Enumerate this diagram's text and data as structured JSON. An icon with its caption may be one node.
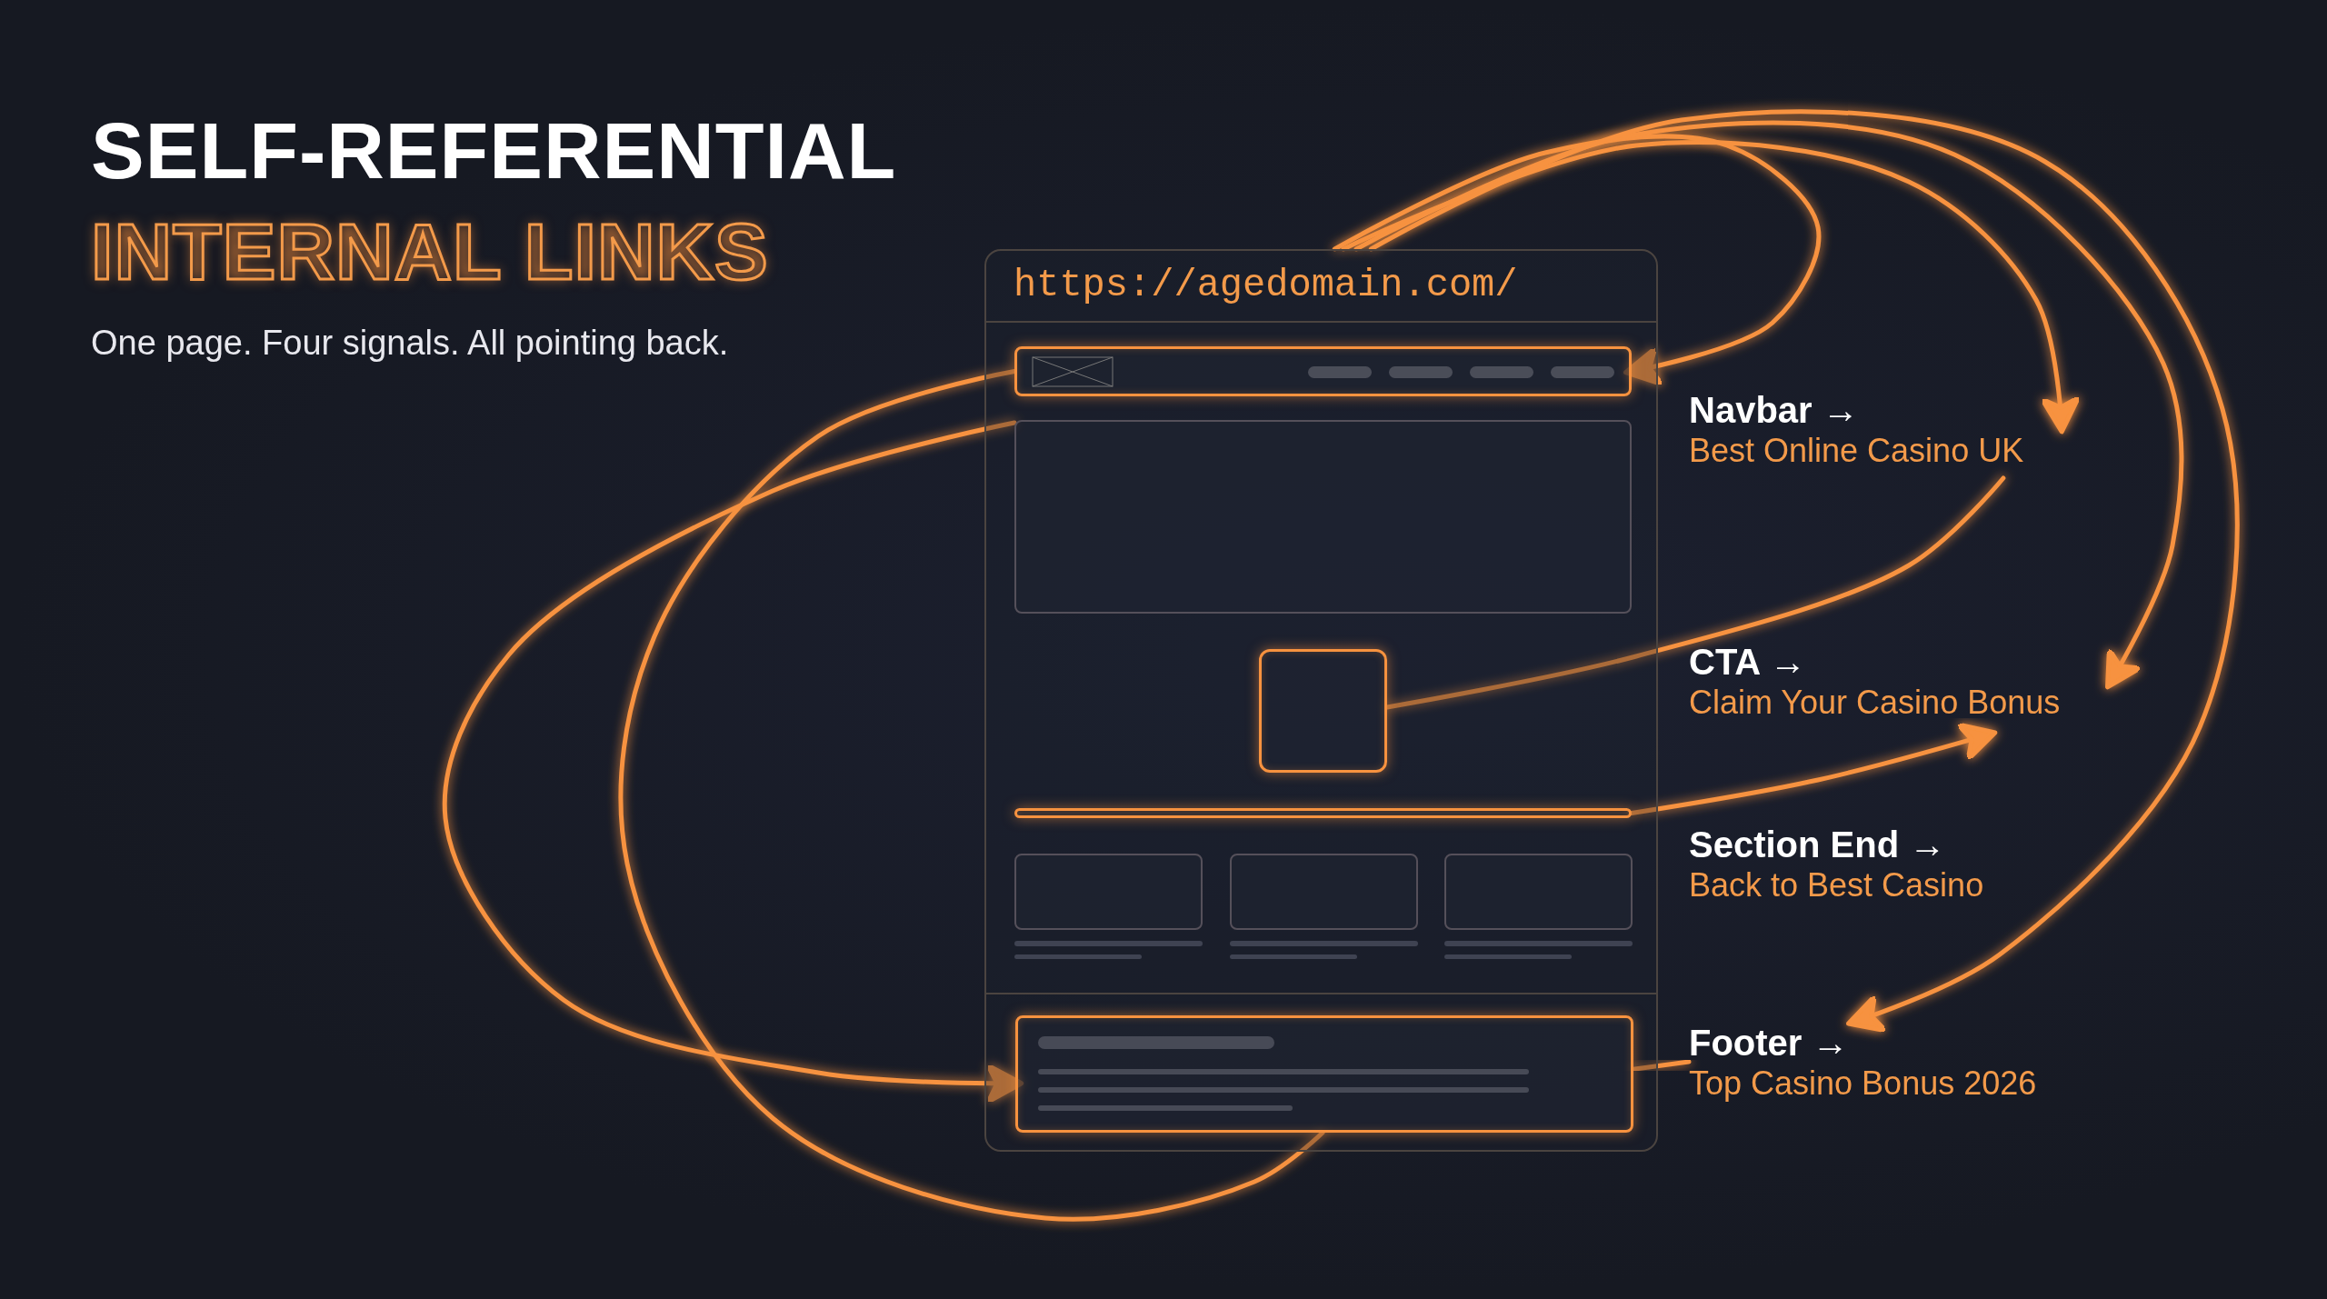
{
  "diagram": {
    "title": "SELF-REFERENTIAL",
    "nodes": [
      {
        "text": [
          "https://agedomain.com/"
        ]
      },
      {
        "text": [],
        "shape": "box",
        "in": 0
      },
      {
        "text": [],
        "shape": "box",
        "in": 0
      },
      {
        "text": [],
        "shape": "box",
        "in": 0
      },
      {
        "text": [],
        "shape": "bar",
        "in": 0
      },
      {
        "text": [],
        "shape": "box",
        "in": 0
      },
      {
        "text": [],
        "shape": "box",
        "in": 0
      },
      {
        "text": [],
        "shape": "box",
        "in": 0
      },
      {
        "text": [],
        "shape": "box",
        "in": 0
      },
      {
        "text": [
          "Navbar →",
          "Best Online Casino UK"
        ]
      },
      {
        "text": [
          "CTA →",
          "Claim Your Casino Bonus"
        ]
      },
      {
        "text": [
          "Section End →",
          "Back to Best Casino"
        ]
      },
      {
        "text": [
          "Footer →",
          "Top Casino Bonus 2026"
        ]
      }
    ],
    "edges": [
      {
        "from": 0,
        "to": 1,
        "arrow": "to"
      },
      {
        "from": 0,
        "to": 9,
        "arrow": "to"
      },
      {
        "from": 0,
        "to": 10,
        "arrow": "to"
      },
      {
        "from": 0,
        "to": 12,
        "arrow": "to"
      },
      {
        "from": 3,
        "to": 9,
        "arrow": "none"
      },
      {
        "from": 4,
        "to": 10,
        "arrow": "to"
      },
      {
        "from": 12,
        "to": 8,
        "arrow": "none"
      },
      {
        "from": 1,
        "to": 8,
        "arrow": "none"
      },
      {
        "from": 2,
        "to": 8,
        "arrow": "to"
      }
    ],
    "labels": [
      "INTERNAL LINKS",
      "One page. Four signals. All pointing back."
    ]
  }
}
